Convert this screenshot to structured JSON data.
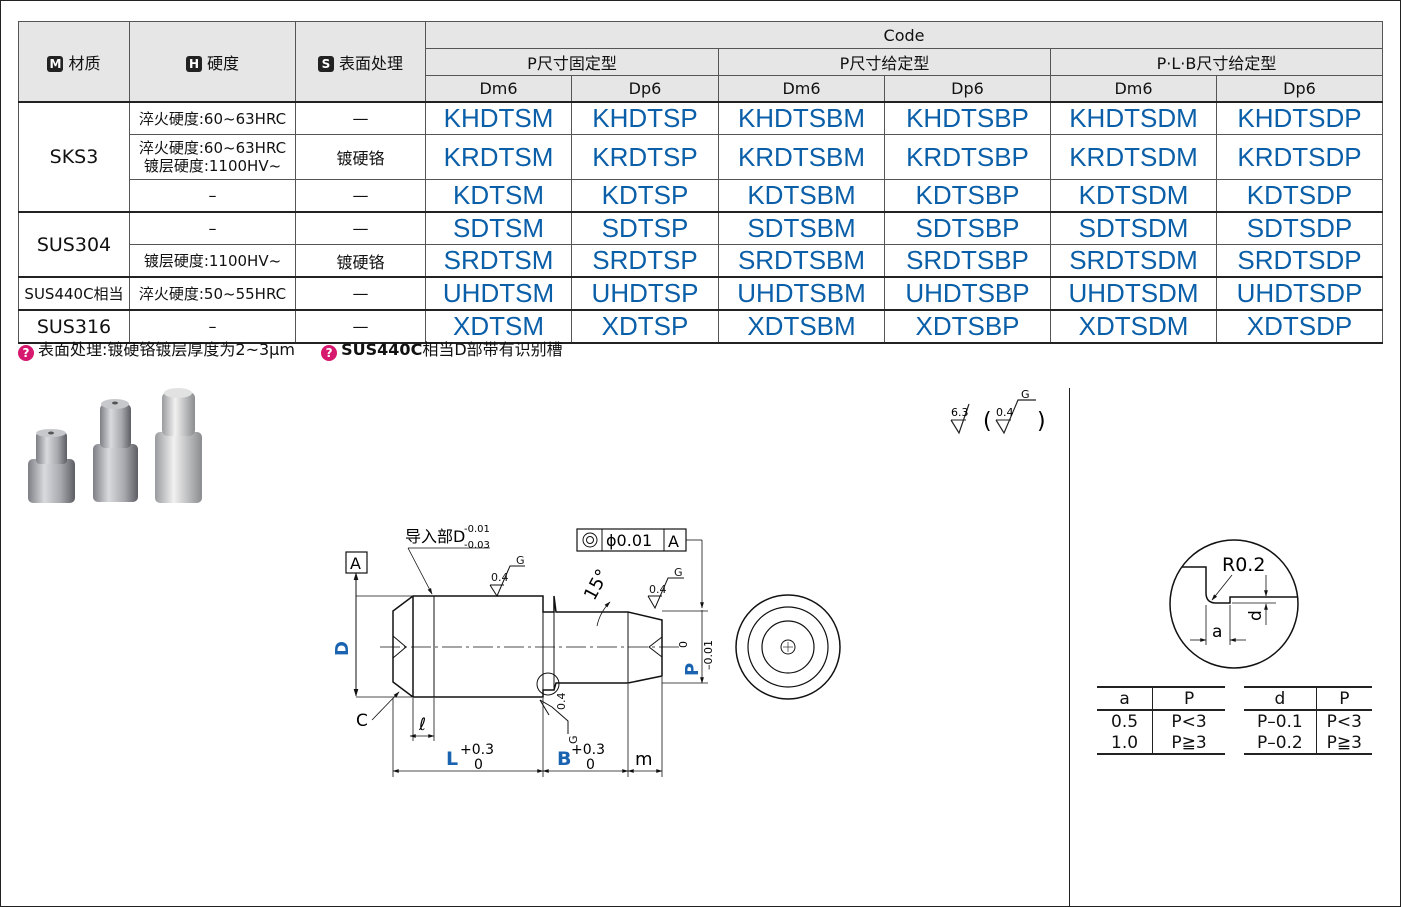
{
  "header": {
    "material": {
      "icon": "M",
      "label": "材质"
    },
    "hardness": {
      "icon": "H",
      "label": "硬度"
    },
    "surface": {
      "icon": "S",
      "label": "表面处理"
    },
    "code": "Code",
    "groups": [
      "P尺寸固定型",
      "P尺寸给定型",
      "P·L·B尺寸给定型"
    ],
    "subcols": [
      "Dm6",
      "Dp6",
      "Dm6",
      "Dp6",
      "Dm6",
      "Dp6"
    ]
  },
  "rows": [
    {
      "material": "SKS3",
      "hardness": [
        "淬火硬度:60~63HRC"
      ],
      "surface": "—",
      "codes": [
        "KHDTSM",
        "KHDTSP",
        "KHDTSBM",
        "KHDTSBP",
        "KHDTSDM",
        "KHDTSDP"
      ]
    },
    {
      "hardness": [
        "淬火硬度:60~63HRC",
        "镀层硬度:1100HV~"
      ],
      "surface": "镀硬铬",
      "codes": [
        "KRDTSM",
        "KRDTSP",
        "KRDTSBM",
        "KRDTSBP",
        "KRDTSDM",
        "KRDTSDP"
      ]
    },
    {
      "hardness": [
        "–"
      ],
      "surface": "—",
      "codes": [
        "KDTSM",
        "KDTSP",
        "KDTSBM",
        "KDTSBP",
        "KDTSDM",
        "KDTSDP"
      ]
    },
    {
      "material": "SUS304",
      "hardness": [
        "–"
      ],
      "surface": "—",
      "codes": [
        "SDTSM",
        "SDTSP",
        "SDTSBM",
        "SDTSBP",
        "SDTSDM",
        "SDTSDP"
      ]
    },
    {
      "hardness": [
        "镀层硬度:1100HV~"
      ],
      "surface": "镀硬铬",
      "codes": [
        "SRDTSM",
        "SRDTSP",
        "SRDTSBM",
        "SRDTSBP",
        "SRDTSDM",
        "SRDTSDP"
      ]
    },
    {
      "material": "SUS440C相当",
      "hardness": [
        "淬火硬度:50~55HRC"
      ],
      "surface": "—",
      "codes": [
        "UHDTSM",
        "UHDTSP",
        "UHDTSBM",
        "UHDTSBP",
        "UHDTSDM",
        "UHDTSDP"
      ]
    },
    {
      "material": "SUS316",
      "hardness": [
        "–"
      ],
      "surface": "—",
      "codes": [
        "XDTSM",
        "XDTSP",
        "XDTSBM",
        "XDTSBP",
        "XDTSDM",
        "XDTSDP"
      ]
    }
  ],
  "notes": {
    "icon": "?",
    "note1": "表面处理:镀硬铬镀层厚度为2~3μm",
    "note2_bold": "SUS440C",
    "note2_rest": "相当D部带有识别槽"
  },
  "drawing": {
    "roughness_1": "6.3",
    "roughness_2": "0.4",
    "roughness_g": "G",
    "lead_in": "导入部D",
    "lead_in_tol_top": "-0.01",
    "lead_in_tol_bottom": "-0.03",
    "datum": "A",
    "concentricity": "ϕ0.01",
    "angle": "15°",
    "rough_04": "0.4",
    "g": "G",
    "dim_D": "D",
    "dim_C": "C",
    "dim_l": "ℓ",
    "dim_L": "L",
    "dim_B": "B",
    "tol_plus": "+0.3",
    "tol_zero": "0",
    "dim_m": "m",
    "dim_P": "P",
    "p_tol_top": "0",
    "p_tol_bottom": "–0.01",
    "detail_r": "R0.2",
    "detail_a": "a",
    "detail_d": "d"
  },
  "table_a": {
    "headers": [
      "a",
      "P"
    ],
    "rows": [
      [
        "0.5",
        "P<3"
      ],
      [
        "1.0",
        "P≧3"
      ]
    ]
  },
  "table_d": {
    "headers": [
      "d",
      "P"
    ],
    "rows": [
      [
        "P–0.1",
        "P<3"
      ],
      [
        "P–0.2",
        "P≧3"
      ]
    ]
  },
  "colors": {
    "code_blue": "#0a5fa8",
    "dim_blue": "#1a63b0",
    "pin_magenta": "#d6186e"
  }
}
